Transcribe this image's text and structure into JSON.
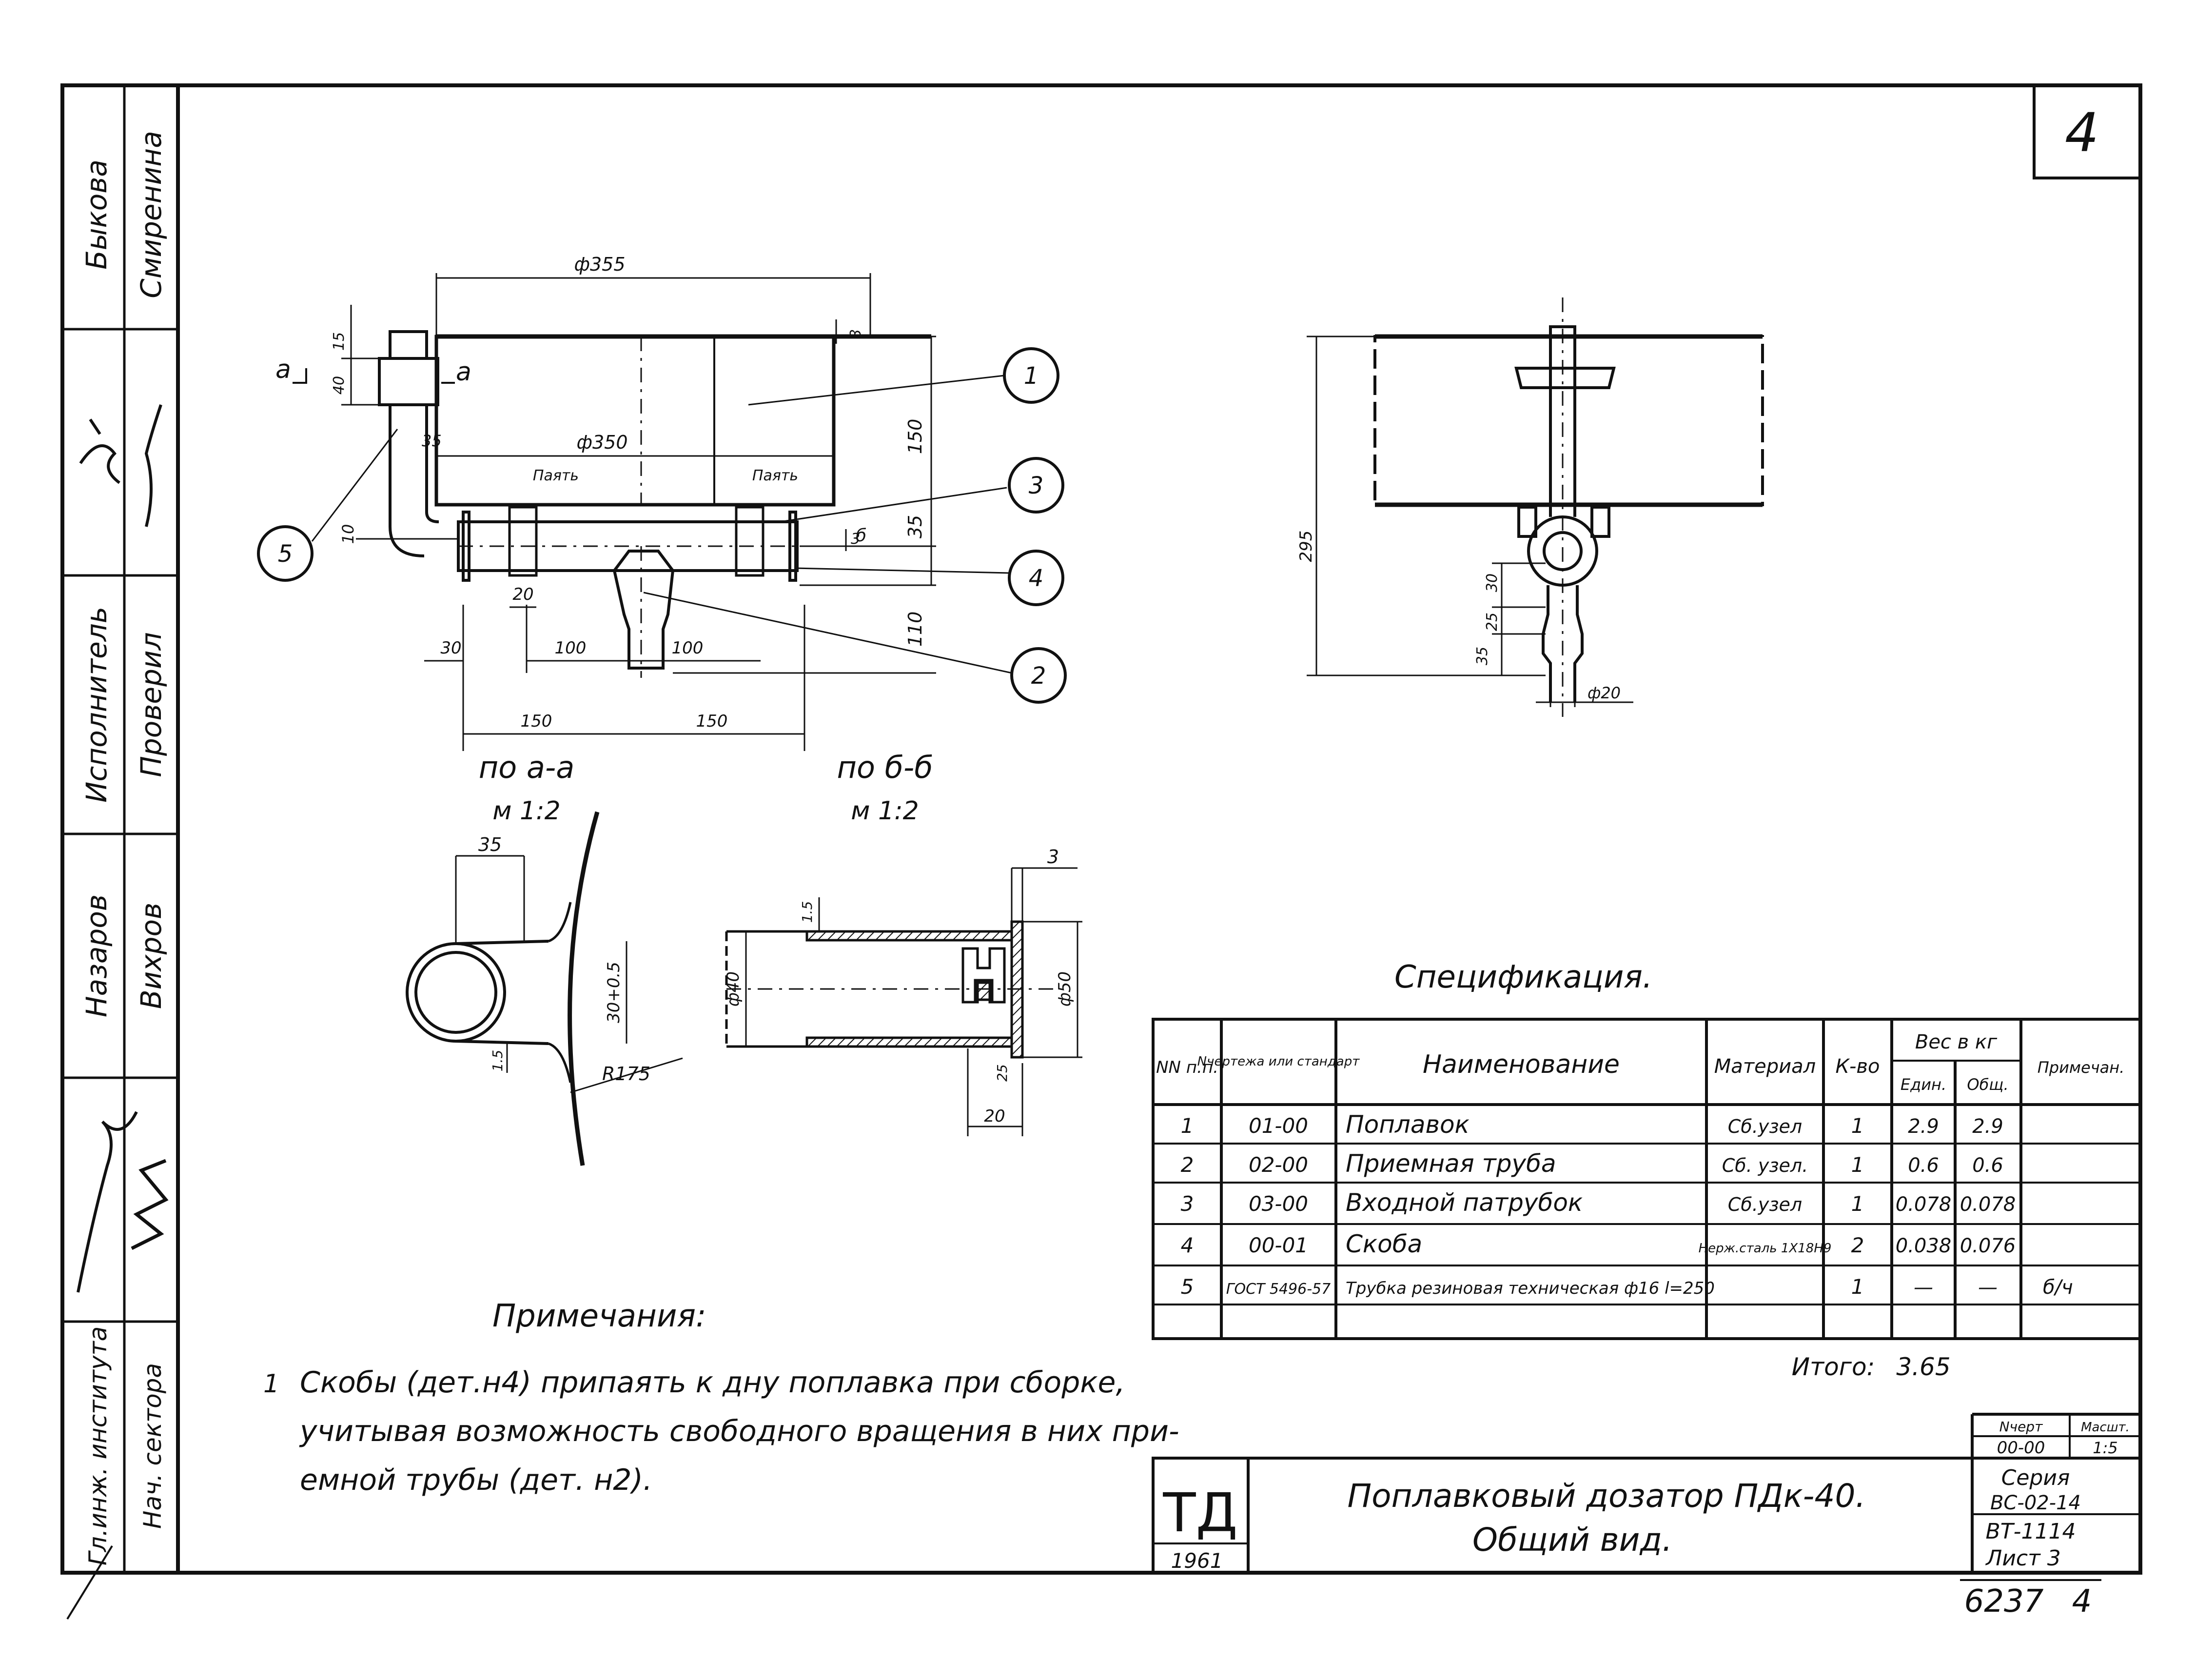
{
  "sheet_number": "4",
  "stamp_number": "6237",
  "stamp_suffix": "4",
  "side_stamp": {
    "top_row": [
      "Быкова",
      "Смиренина"
    ],
    "performer_label": "Исполнитель",
    "checked_label": "Проверил",
    "nazarov": "Назаров",
    "vikhrov": "Вихров",
    "chief_engineer_label": "Гл.инж. института",
    "sector_head_label": "Нач. сектора"
  },
  "main_view": {
    "dims": {
      "d355": "ф355",
      "d350": "ф350",
      "h150": "150",
      "h35": "35",
      "h110": "110",
      "d10": "10",
      "d20": "20",
      "d30": "30",
      "d100a": "100",
      "d100b": "100",
      "d150a": "150",
      "d150b": "150",
      "d40": "40",
      "d15": "15",
      "d8": "8",
      "d35l": "35",
      "d3": "3"
    },
    "solder_label_1": "Паять",
    "solder_label_2": "Паять",
    "section_a_left": "а",
    "section_a_right": "а",
    "section_b": "б",
    "callouts": [
      "1",
      "2",
      "3",
      "4",
      "5"
    ]
  },
  "side_view": {
    "dims": {
      "d295": "295",
      "d30": "30",
      "d25": "25",
      "d35": "35",
      "d20": "ф20"
    }
  },
  "section_aa": {
    "title": "по а-а",
    "scale": "м 1:2",
    "dims": {
      "d35": "35",
      "d30": "30+0.5",
      "d15": "1.5",
      "r175": "R175"
    }
  },
  "section_bb": {
    "title": "по б-б",
    "scale": "м 1:2",
    "dims": {
      "d3": "3",
      "d15": "1.5",
      "d40": "ф40",
      "d50": "ф50",
      "d20": "20",
      "d25": "25"
    }
  },
  "notes": {
    "title": "Примечания:",
    "item_number": "1",
    "lines": [
      "Скобы (дет.н4) припаять к дну поплавка при сборке,",
      "учитывая возможность свободного вращения в них при-",
      "емной трубы (дет. н2)."
    ]
  },
  "spec": {
    "title": "Спецификация.",
    "headers": {
      "nn": "NN п.п.",
      "drawing": "Nчертежа или стандарт",
      "name": "Наименование",
      "material": "Материал",
      "qty": "К-во",
      "weight": "Вес в кг",
      "unit": "Един.",
      "total": "Общ.",
      "note": "Примечан."
    },
    "rows": [
      {
        "n": "1",
        "drawing": "01-00",
        "name": "Поплавок",
        "material": "Сб.узел",
        "qty": "1",
        "unit": "2.9",
        "total": "2.9",
        "note": ""
      },
      {
        "n": "2",
        "drawing": "02-00",
        "name": "Приемная труба",
        "material": "Сб. узел.",
        "qty": "1",
        "unit": "0.6",
        "total": "0.6",
        "note": ""
      },
      {
        "n": "3",
        "drawing": "03-00",
        "name": "Входной патрубок",
        "material": "Сб.узел",
        "qty": "1",
        "unit": "0.078",
        "total": "0.078",
        "note": ""
      },
      {
        "n": "4",
        "drawing": "00-01",
        "name": "Скоба",
        "material": "Нерж.сталь 1Х18Н9",
        "qty": "2",
        "unit": "0.038",
        "total": "0.076",
        "note": ""
      },
      {
        "n": "5",
        "drawing": "ГОСТ 5496-57",
        "name": "Трубка резиновая техническая ф16 l=250",
        "material": "",
        "qty": "1",
        "unit": "—",
        "total": "—",
        "note": "б/ч"
      }
    ],
    "total_label": "Итого:",
    "total_value": "3.65"
  },
  "title_block": {
    "logo": "ТД",
    "year": "1961",
    "title_line1": "Поплавковый дозатор ПДк-40.",
    "title_line2": "Общий вид.",
    "drawing_no_label": "Nчерт",
    "drawing_no": "00-00",
    "scale_label": "Масшт.",
    "scale": "1:5",
    "series_label": "Серия",
    "series": "ВС-02-14",
    "doc": "ВТ-1114",
    "sheet": "Лист 3"
  }
}
